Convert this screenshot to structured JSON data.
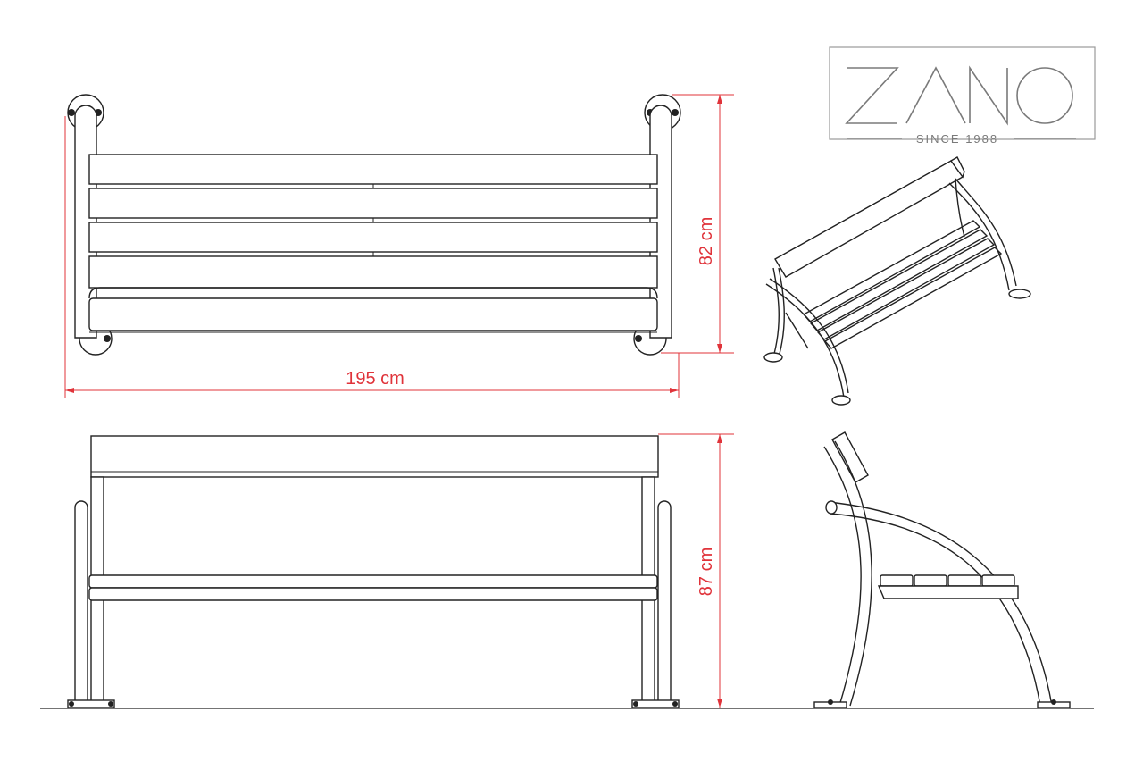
{
  "logo": {
    "brand": "ZANO",
    "tagline": "SINCE 1988"
  },
  "dimensions": {
    "width_label": "195 cm",
    "depth_label": "82 cm",
    "height_label": "87 cm"
  },
  "colors": {
    "dimension": "#e0333a",
    "drawing": "#222222",
    "logo": "#7a7a7a"
  }
}
